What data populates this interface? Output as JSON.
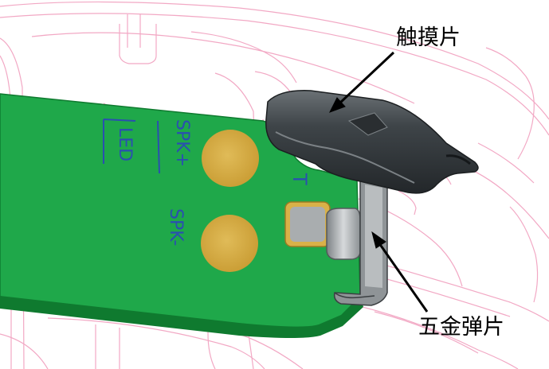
{
  "callouts": {
    "touch_pad": "触摸片",
    "spring_contact": "五金弹片"
  },
  "silkscreen": {
    "led": "LED",
    "spk_plus": "SPK+",
    "spk_minus": "SPK-",
    "test_point": "T"
  },
  "colors": {
    "background": "#ffffff",
    "outline": "#f2a8c4",
    "pcb": "#1fa84a",
    "pcb_shadow": "#0f7a2f",
    "pad": "#d9b148",
    "silkscreen": "#2a4fb0",
    "touch_pad": "#3e4448",
    "spring": "#9ea3a6",
    "arrow": "#000000"
  }
}
